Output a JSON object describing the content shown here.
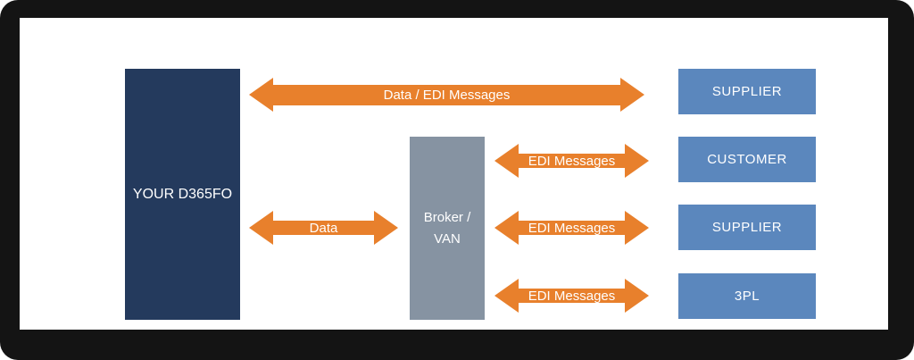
{
  "diagram": {
    "system": {
      "label": "YOUR D365FO"
    },
    "broker": {
      "label": "Broker / VAN"
    },
    "partners": [
      {
        "label": "SUPPLIER"
      },
      {
        "label": "CUSTOMER"
      },
      {
        "label": "SUPPLIER"
      },
      {
        "label": "3PL"
      }
    ],
    "arrows": [
      {
        "id": "system-to-partners",
        "label": "Data / EDI Messages"
      },
      {
        "id": "system-to-broker",
        "label": "Data"
      },
      {
        "id": "broker-to-customer",
        "label": "EDI Messages"
      },
      {
        "id": "broker-to-supplier",
        "label": "EDI Messages"
      },
      {
        "id": "broker-to-3pl",
        "label": "EDI Messages"
      }
    ],
    "colors": {
      "orange": "#E8802C",
      "navy": "#243A5D",
      "gray": "#8693A2",
      "blue": "#5B87BD",
      "frame": "#141414",
      "canvas": "#FFFFFF"
    }
  }
}
